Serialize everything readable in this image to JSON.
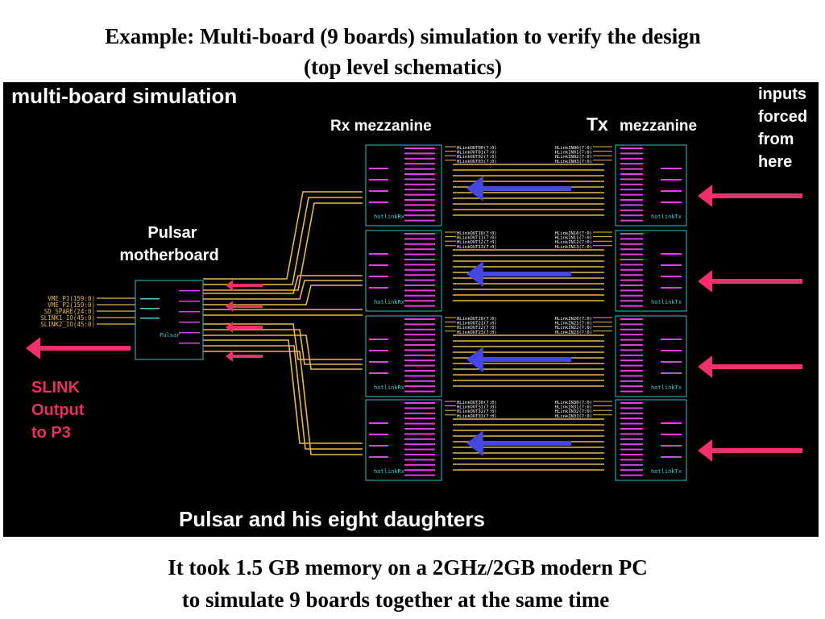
{
  "slide": {
    "title_line1": "Example: Multi-board (9 boards) simulation to verify the design",
    "title_line2": "(top level schematics)",
    "caption_line1": "It took 1.5 GB memory on a 2GHz/2GB modern PC",
    "caption_line2": "to simulate 9 boards together at the same time"
  },
  "schematic": {
    "heading": "multi-board simulation",
    "rx_label": "Rx mezzanine",
    "tx_label_big": "Tx",
    "tx_label_small": "mezzanine",
    "inputs_label": [
      "inputs",
      "forced",
      "from",
      "here"
    ],
    "motherboard_label": [
      "Pulsar",
      "motherboard"
    ],
    "slink_label": [
      "SLINK",
      "Output",
      "to P3"
    ],
    "footer": "Pulsar and his eight daughters",
    "pulsar_inputs": [
      "VME_P1(159:0)",
      "VME_P2(159:0)",
      "SD_SPARE(24:0)",
      "SLINK1_IO(45:0)",
      "SLINK2_IO(45:0)"
    ],
    "pulsar_name": "Pulsar",
    "rx_block_name": "hotlinkRx",
    "tx_block_name": "hotlinkTx",
    "rows": [
      {
        "out": [
          "HLinkOUT00(7:0)",
          "HLinkOUT01(7:0)",
          "HLinkOUT02(7:0)",
          "HLinkOUT03(7:0)"
        ],
        "in": [
          "HLinkIN00(7:0)",
          "HLinkIN01(7:0)",
          "HLinkIN02(7:0)",
          "HLinkIN03(7:0)"
        ]
      },
      {
        "out": [
          "HLinkOUT10(7:0)",
          "HLinkOUT11(7:0)",
          "HLinkOUT12(7:0)",
          "HLinkOUT13(7:0)"
        ],
        "in": [
          "HLinkIN10(7:0)",
          "HLinkIN11(7:0)",
          "HLinkIN12(7:0)",
          "HLinkIN13(7:0)"
        ]
      },
      {
        "out": [
          "HLinkOUT20(7:0)",
          "HLinkOUT21(7:0)",
          "HLinkOUT22(7:0)",
          "HLinkOUT23(7:0)"
        ],
        "in": [
          "HLinkIN20(7:0)",
          "HLinkIN21(7:0)",
          "HLinkIN22(7:0)",
          "HLinkIN23(7:0)"
        ]
      },
      {
        "out": [
          "HLinkOUT30(7:0)",
          "HLinkOUT31(7:0)",
          "HLinkOUT32(7:0)",
          "HLinkOUT33(7:0)"
        ],
        "in": [
          "HLinkIN30(7:0)",
          "HLinkIN31(7:0)",
          "HLinkIN32(7:0)",
          "HLinkIN33(7:0)"
        ]
      }
    ],
    "colors": {
      "background": "#000000",
      "wire": "#e8b84a",
      "block_outline": "#2ec4c4",
      "magenta_text": "#e040e0",
      "cyan_text": "#3fd0d0",
      "red_arrow": "#f0306a",
      "blue_arrow": "#4646e0",
      "slink_text": "#e8305e"
    }
  }
}
